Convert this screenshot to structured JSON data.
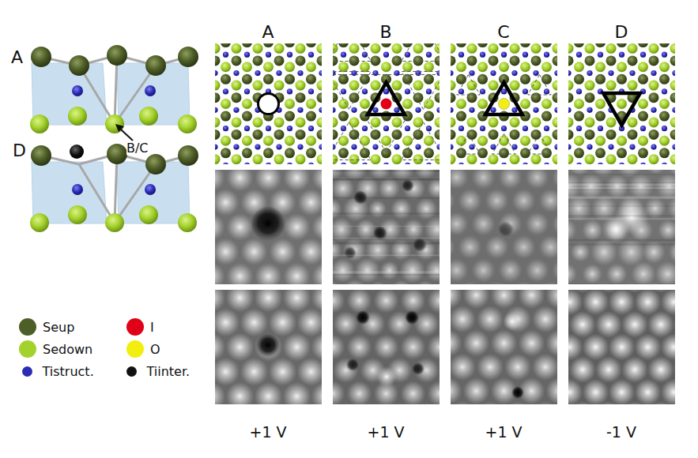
{
  "diagram": {
    "labels": [
      "A",
      "D",
      "B/C",
      "A",
      "B",
      "C",
      "D",
      "+1 V",
      "+1 V",
      "+1 V",
      "-1 V"
    ],
    "legend": [
      {
        "text": "Seup",
        "color": "#4e5e27"
      },
      {
        "text": "Sedown",
        "color": "#a4d22c"
      },
      {
        "text": "Tistruct.",
        "color": "#2b2bb5"
      },
      {
        "text": "I",
        "color": "#e00018"
      },
      {
        "text": "O",
        "color": "#f2ee10"
      },
      {
        "text": "Tiinter.",
        "color": "#111111"
      }
    ]
  }
}
